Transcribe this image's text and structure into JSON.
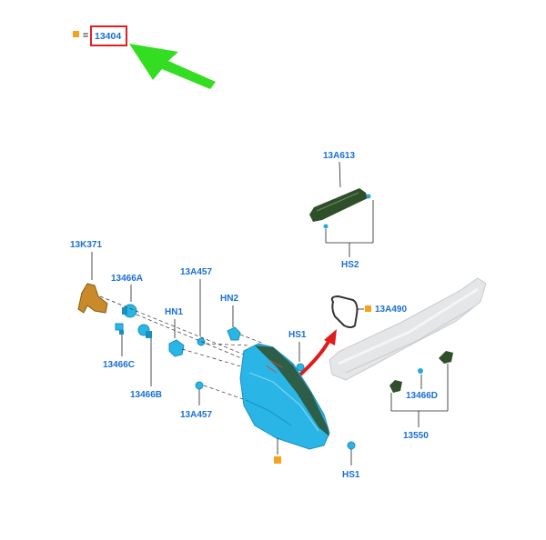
{
  "reference": {
    "part_number": "13404",
    "equals_sign": "=",
    "marker_color": "#f5a31a",
    "highlight_color": "#e02020",
    "pointer_arrow_color": "#33dd22"
  },
  "labels": {
    "high_mount_lamp": "13A613",
    "hs2": "HS2",
    "gasket": "13A490",
    "wiring": "13K371",
    "bulb_a": "13466A",
    "bulb_c": "13466C",
    "bulb_b": "13466B",
    "clip_top": "13A457",
    "clip_bottom": "13A457",
    "hn1": "HN1",
    "hn2": "HN2",
    "hs1_top": "HS1",
    "hs1_bottom": "HS1",
    "bulb_d": "13466D",
    "spoiler": "13550"
  },
  "colors": {
    "label_blue": "#1a6fd6",
    "lamp_blue": "#29b6e6",
    "lamp_dark": "#1b8fbf",
    "housing_green": "#2f4f2a",
    "harness_orange": "#c98a2a",
    "red_arrow": "#e01b1b",
    "spoiler_gray": "#e4e6e8"
  }
}
